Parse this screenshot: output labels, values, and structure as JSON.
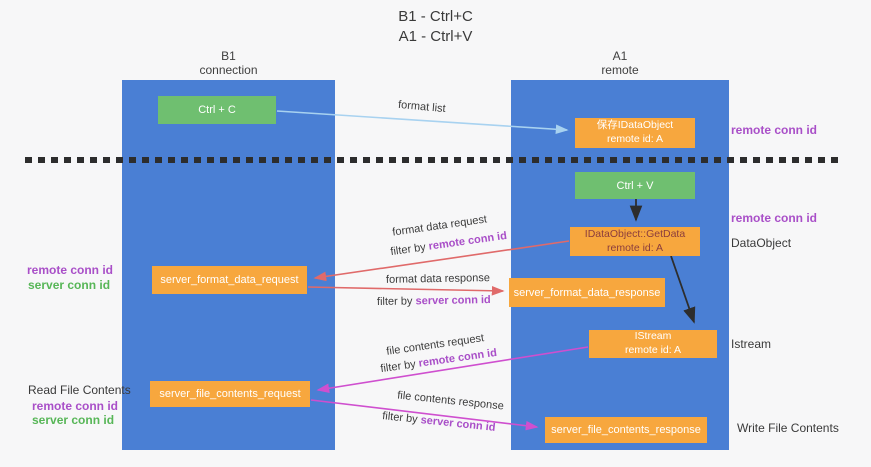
{
  "title": {
    "line1": "B1 - Ctrl+C",
    "line2": "A1 - Ctrl+V"
  },
  "lanes": {
    "left": {
      "title": "B1",
      "subtitle": "connection"
    },
    "right": {
      "title": "A1",
      "subtitle": "remote"
    }
  },
  "boxes": {
    "ctrl_c": {
      "label": "Ctrl + C"
    },
    "ctrl_v": {
      "label": "Ctrl + V"
    },
    "save_idataobject": {
      "line1": "保存IDataObject",
      "line2": "remote id: A"
    },
    "idataobject_getdata": {
      "line1": "IDataObject::GetData",
      "line2": "remote id: A"
    },
    "istream": {
      "line1": "IStream",
      "line2": "remote id: A"
    },
    "server_format_data_request": {
      "label": "server_format_data_request"
    },
    "server_format_data_response": {
      "label": "server_format_data_response"
    },
    "server_file_contents_request": {
      "label": "server_file_contents_request"
    },
    "server_file_contents_response": {
      "label": "server_file_contents_response"
    }
  },
  "arrow_labels": {
    "format_list": "format list",
    "format_data_request": "format data request",
    "format_data_response": "format data response",
    "file_contents_request": "file contents request",
    "file_contents_response": "file contents response",
    "filter_by": "filter by",
    "remote_conn_id": "remote conn id",
    "server_conn_id": "server conn id"
  },
  "side_labels": {
    "left": {
      "remote_conn_id": "remote conn id",
      "server_conn_id": "server conn id",
      "read_file_contents": "Read File Contents",
      "remote_conn_id_2": "remote conn id",
      "server_conn_id_2": "server conn id"
    },
    "right": {
      "remote_conn_id_top": "remote conn id",
      "remote_conn_id_mid": "remote conn id",
      "dataobject": "DataObject",
      "istream": "Istream",
      "write_file_contents": "Write File Contents"
    }
  },
  "colors": {
    "lane_blue": "#4a7fd4",
    "box_orange": "#f7a73e",
    "box_green": "#6fbf70",
    "arrow_red": "#e06a6a",
    "arrow_magenta": "#cf4fcf",
    "arrow_light_blue": "#a8d2f0",
    "arrow_black": "#2d2d2d",
    "label_purple": "#a94fc8",
    "label_green": "#57b657",
    "getdata_text": "#8b3d3d"
  }
}
